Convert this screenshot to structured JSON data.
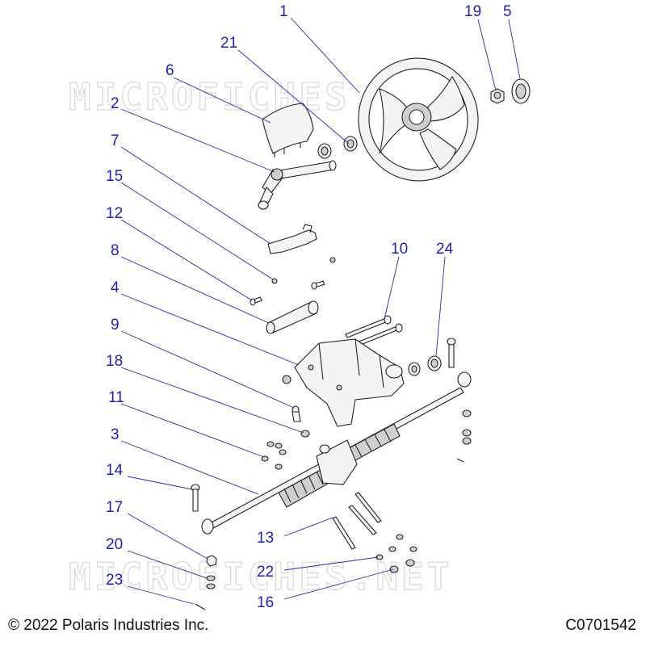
{
  "watermark": "MICROFICHES.NET",
  "copyright": "© 2022 Polaris Industries Inc.",
  "drawing_code": "C0701542",
  "callouts": {
    "n1": "1",
    "n2": "2",
    "n3": "3",
    "n4": "4",
    "n5": "5",
    "n6": "6",
    "n7": "7",
    "n8": "8",
    "n9": "9",
    "n10": "10",
    "n11": "11",
    "n12": "12",
    "n13": "13",
    "n14": "14",
    "n15": "15",
    "n16": "16",
    "n17": "17",
    "n18": "18",
    "n19": "19",
    "n20": "20",
    "n21": "21",
    "n22": "22",
    "n23": "23",
    "n24": "24"
  },
  "colors": {
    "callout": "#1f1fb0",
    "leader": "#2a2aa8",
    "watermark": "#d8d8d8"
  }
}
